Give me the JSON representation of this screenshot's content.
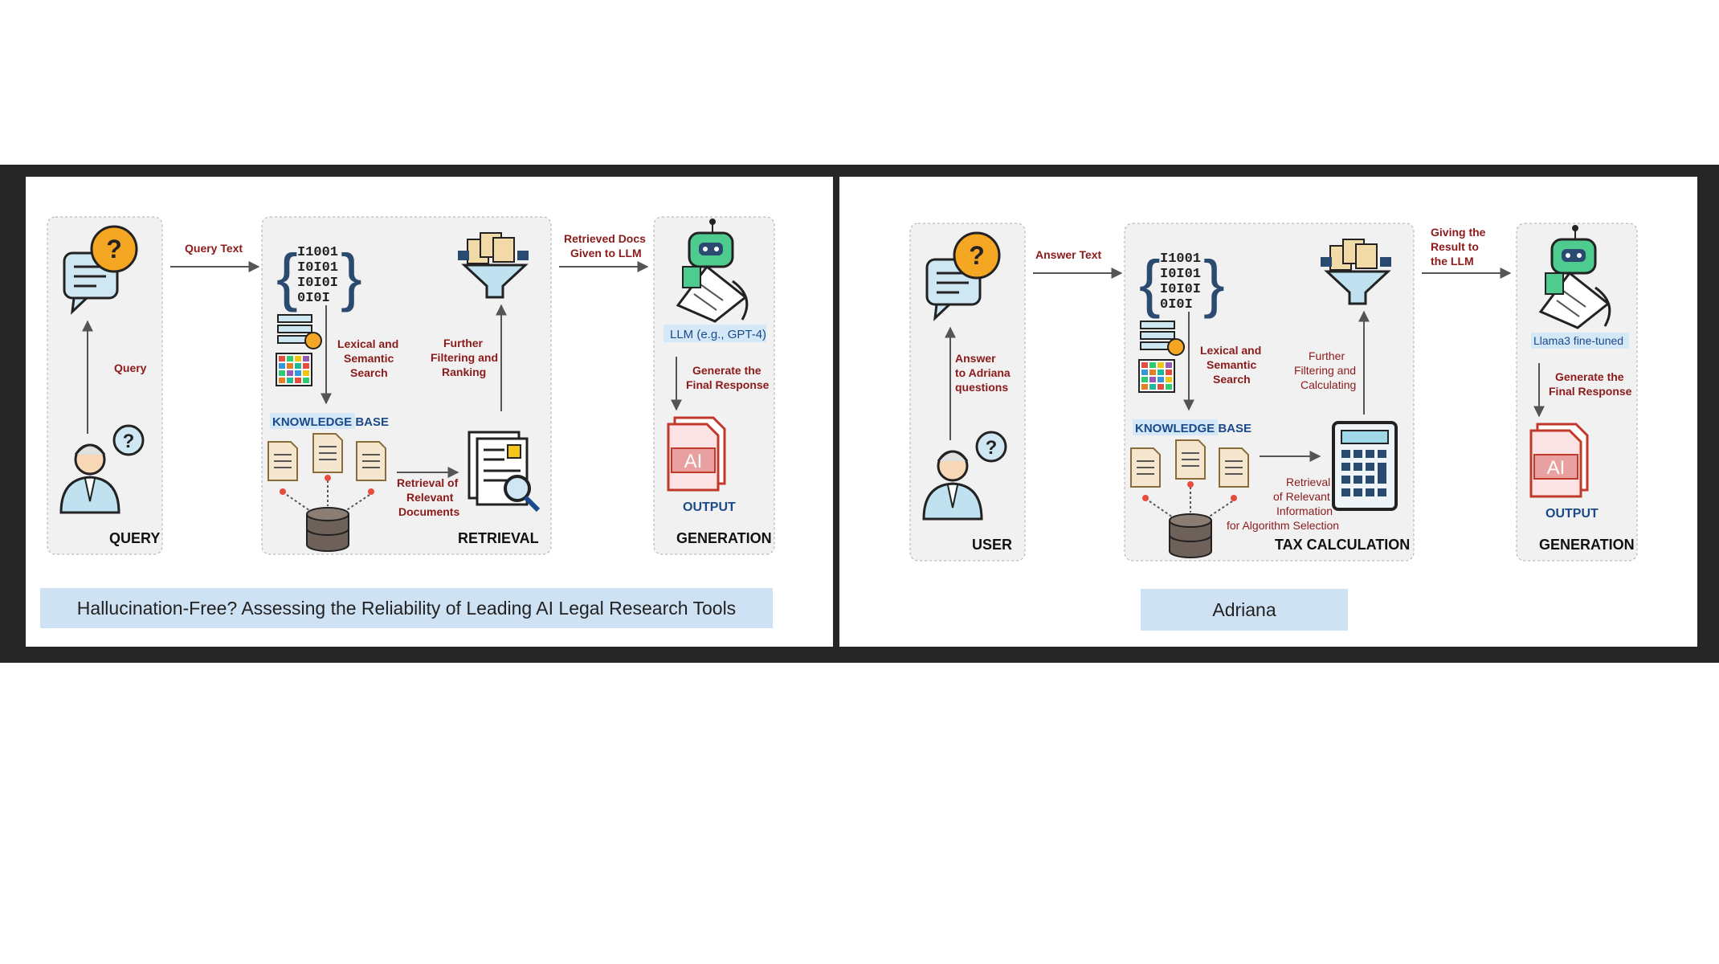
{
  "left": {
    "stages": {
      "query": "QUERY",
      "retrieval": "RETRIEVAL",
      "generation": "GENERATION"
    },
    "labels": {
      "query_text": "Query Text",
      "query": "Query",
      "lexical": [
        "Lexical and",
        "Semantic",
        "Search"
      ],
      "filtering": [
        "Further",
        "Filtering and",
        "Ranking"
      ],
      "retrieved_docs": [
        "Retrieved Docs",
        "Given to LLM"
      ],
      "retrieval_docs": [
        "Retrieval of",
        "Relevant",
        "Documents"
      ],
      "llm": "LLM (e.g., GPT-4)",
      "generate": [
        "Generate the",
        "Final Response"
      ],
      "knowledge_base": "KNOWLEDGE BASE",
      "output": "OUTPUT"
    },
    "caption": "Hallucination-Free? Assessing the Reliability of Leading AI Legal Research Tools"
  },
  "right": {
    "stages": {
      "user": "USER",
      "tax": "TAX CALCULATION",
      "generation": "GENERATION"
    },
    "labels": {
      "answer_text": "Answer Text",
      "answer": [
        "Answer",
        "to Adriana",
        "questions"
      ],
      "lexical": [
        "Lexical and",
        "Semantic",
        "Search"
      ],
      "filtering": [
        "Further",
        "Filtering and",
        "Calculating"
      ],
      "giving": [
        "Giving the",
        "Result to",
        "the LLM"
      ],
      "retrieval_info": [
        "Retrieval",
        "of Relevant",
        "Information",
        "for Algorithm Selection"
      ],
      "llm": "Llama3 fine-tuned",
      "generate": [
        "Generate the",
        "Final Response"
      ],
      "knowledge_base": "KNOWLEDGE BASE",
      "output": "OUTPUT"
    },
    "caption": "Adriana"
  },
  "icons": [
    "chat-question-icon",
    "user-question-icon",
    "binary-code-icon",
    "database-table-icon",
    "document-icon",
    "database-cylinder-icon",
    "filter-funnel-icon",
    "report-search-icon",
    "robot-icon",
    "ai-file-icon",
    "calculator-icon"
  ],
  "colors": {
    "label": "#8b1a1a",
    "kb": "#1a4a8a",
    "caption_bg": "#cfe2f3",
    "frame": "#262626"
  }
}
